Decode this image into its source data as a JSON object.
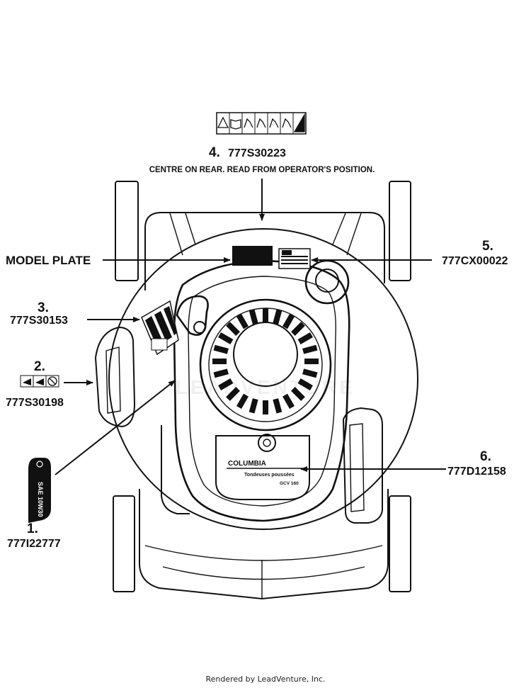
{
  "title": "",
  "callouts": [
    {
      "number": "1.",
      "part": "777I22777"
    },
    {
      "number": "2.",
      "part": "777S30198"
    },
    {
      "number": "3.",
      "part": "777S30153"
    },
    {
      "number": "4.",
      "part": "777S30223",
      "note": "CENTRE ON REAR. READ FROM OPERATOR'S POSITION."
    },
    {
      "number": "5.",
      "part": "777CX00022"
    },
    {
      "number": "6.",
      "part": "777D12158"
    }
  ],
  "model_plate": "MODEL PLATE",
  "decal_text": {
    "brand": "COLUMBIA",
    "product": "Tondeuses poussées",
    "model": "GCV 160",
    "oil": "SAE 10W30"
  },
  "watermark": "LEADVENTURE",
  "footer": "Rendered by LeadVenture, Inc."
}
